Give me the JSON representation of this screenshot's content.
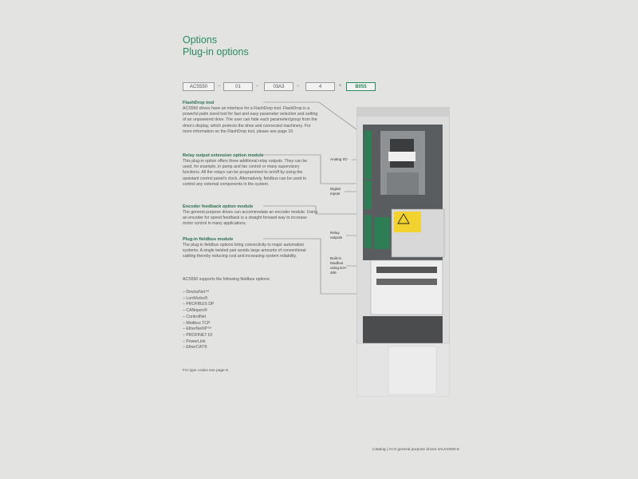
{
  "header": {
    "title": "Options",
    "subtitle": "Plug-in options"
  },
  "type_code": [
    {
      "value": "ACS550",
      "highlight": false
    },
    {
      "value": "01",
      "highlight": false
    },
    {
      "value": "03A3",
      "highlight": false
    },
    {
      "value": "4",
      "highlight": false
    },
    {
      "value": "B055",
      "highlight": true
    }
  ],
  "type_code_separators": [
    "–",
    "–",
    "–",
    "+"
  ],
  "sections": [
    {
      "heading": "FlashDrop tool",
      "body": "ACS550 drives have an interface for a FlashDrop tool. FlashDrop is a powerful palm sized tool for fast and easy parameter selection and setting of an unpowered drive. The user can hide each parameter/group from the drive's display, which protects the drive and connected machinery. For more information on the FlashDrop tool, please see page 10."
    },
    {
      "heading": "Relay output extension option module",
      "body": "This plug-in option offers three additional relay outputs. They can be used, for example, in pump and fan control or many supervisory functions. All the relays can be programmed to on/off by using the assistant control panel's clock. Alternatively, fieldbus can be used to control any external components in the system."
    },
    {
      "heading": "Encoder feedback option module",
      "body": "The general purpose drives can accommodate an encoder module. Using an encoder for speed feedback is a straight forward way to increase motor control in many applications."
    },
    {
      "heading": "Plug-in fieldbus module",
      "body": "The plug-in fieldbus options bring connectivity to major automation systems. A single twisted pair avoids large amounts of conventional cabling thereby reducing cost and increasing system reliability."
    }
  ],
  "fieldbus_intro": "ACS550 supports the following fieldbus options:",
  "fieldbus_list": [
    "DeviceNet™",
    "LonWorks®",
    "PROFIBUS DP",
    "CANopen®",
    "ControlNet",
    "Modbus TCP",
    "EtherNet/IP™",
    "PROFINET IO",
    "PowerLink",
    "EtherCAT®"
  ],
  "note": "For type codes see page 6.",
  "footer": "Catalog | ACS general purpose drives  3AUA0000 E",
  "callouts": {
    "analog_io": "Analog I/O",
    "digital_inputs": "Digital inputs",
    "relay_outputs": "Relay outputs",
    "builtin_modbus": "Built-in Modbus using EIA-485"
  },
  "colors": {
    "accent": "#2b8a5e",
    "background": "#e3e3e2",
    "drive_body": "#dcdcdc",
    "terminal_green": "#2e7d55",
    "warning_yellow": "#f2d22e"
  }
}
